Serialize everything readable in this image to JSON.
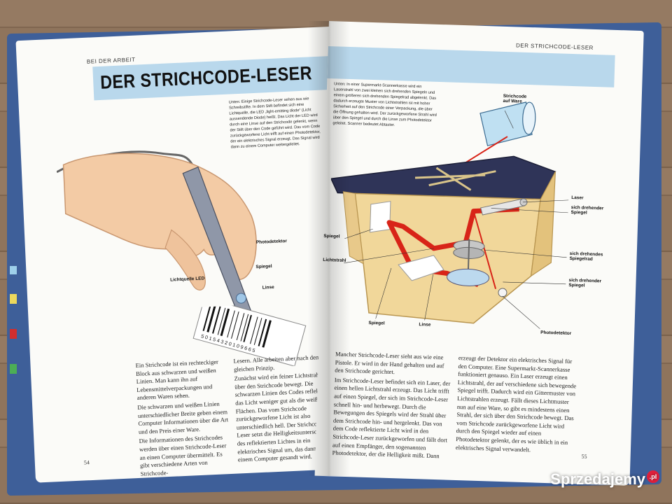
{
  "left_page": {
    "section": "BEI DER ARBEIT",
    "title": "DER STRICHCODE-LESER",
    "caption": "Unten: Einige Strichcode-Leser sehen aus wie Schreibstifte. In dem Stift befindet sich eine Lichtquelle, die LED „light-emitting diode“ (Licht aussendende Diode) heißt. Das Licht der LED wird durch eine Linse auf den Strichcode gelenkt, wenn der Stift über den Code geführt wird. Das vom Code zurückgeworfene Licht trifft auf einen Photodetektor, der ein elektrisches Signal erzeugt. Das Signal wird dann zu einem Computer weitergeleitet.",
    "labels": {
      "photodetector": "Photodetektor",
      "mirror": "Spiegel",
      "led": "Lichtquelle LED",
      "lens": "Linse"
    },
    "barcode_digits": "5 0 1 5 4 3 2 0 1 0 9 6 6 5",
    "col1": [
      "Ein Strichcode ist ein rechteckiger Block aus schwarzen und weißen Linien. Man kann ihn auf Lebensmittelverpackungen und anderen Waren sehen.",
      "Die schwarzen und weißen Linien unterschiedlicher Breite geben einem Computer Informationen über die Art und den Preis einer Ware.",
      "Die Informationen des Strichcodes werden über einen Strichcode-Leser an einen Computer übermittelt. Es gibt verschiedene Arten von Strichcode-"
    ],
    "col2": [
      "Lesern. Alle arbeiten aber nach dem gleichen Prinzip.",
      "Zunächst wird ein feiner Lichtstrahl über den Strichcode bewegt. Die schwarzen Linien des Codes reflektieren das Licht weniger gut als die weißen Flächen. Das vom Strichcode zurückgeworfene Licht ist also unterschiedlich hell. Der Strichcode-Leser setzt die Helligkeitsunterschiede des reflektierten Lichtes in ein elektrisches Signal um, das dann zu einem Computer gesandt wird."
    ],
    "page_number": "54"
  },
  "right_page": {
    "section": "DER STRICHCODE-LESER",
    "caption": "Unten: In einer Supermarkt-Scannerkasse wird ein Laserstrahl von zwei kleinen sich drehenden Spiegeln und einem größeren sich drehenden Spiegelrad abgelenkt. Das dadurch erzeugte Muster von Lichtstrahlen ist mit hoher Sicherheit auf den Strichcode einer Verpackung, die über die Öffnung gehalten wird. Der zurückgeworfene Strahl wird über den Spiegel und durch die Linse zum Photodetektor geleitet. Scanner bedeutet Abtaster.",
    "labels": {
      "barcode_on_item": "Strichcode auf Ware",
      "laser": "Laser",
      "rotating_mirror_1": "sich drehender Spiegel",
      "mirror_left": "Spiegel",
      "light_beam": "Lichtstrahl",
      "mirror_wheel": "sich drehendes Spiegelrad",
      "rotating_mirror_2": "sich drehender Spiegel",
      "mirror_bottom": "Spiegel",
      "lens": "Linse",
      "photodetector": "Photodetektor"
    },
    "col1": [
      "Mancher Strichcode-Leser sieht aus wie eine Pistole. Er wird in der Hand gehalten und auf den Strichcode gerichtet.",
      "Im Strichcode-Leser befindet sich ein Laser, der einen hellen Lichtstrahl erzeugt. Das Licht trifft auf einen Spiegel, der sich im Strichcode-Leser schnell hin- und herbewegt. Durch die Bewegungen des Spiegels wird der Strahl über dem Strichcode hin- und hergelenkt. Das von dem Code reflektierte Licht wird in den Strichcode-Leser zurückgeworfen und fällt dort auf einen Empfänger, den sogenannten Photodetektor, der die Helligkeit mißt. Dann"
    ],
    "col2": [
      "erzeugt der Detektor ein elektrisches Signal für den Computer. Eine Supermarkt-Scannerkasse funktioniert genauso. Ein Laser erzeugt einen Lichtstrahl, der auf verschiedene sich bewegende Spiegel trifft. Dadurch wird ein Gittermuster von Lichtstrahlen erzeugt. Fällt dieses Lichtmuster nun auf eine Ware, so gibt es mindestens einen Strahl, der sich über den Strichcode bewegt. Das vom Strichcode zurückgeworfene Licht wird durch den Spiegel wieder auf einen Photodetektor gelenkt, der es wie üblich in ein elektrisches Signal verwandelt."
    ],
    "page_number": "55"
  },
  "watermark": {
    "text": "Sprzedajemy",
    "badge": ".pl"
  },
  "colors": {
    "band": "#b9d8ec",
    "laser": "#d82418",
    "cover": "#3e5f99",
    "page": "#fbfbf8"
  }
}
